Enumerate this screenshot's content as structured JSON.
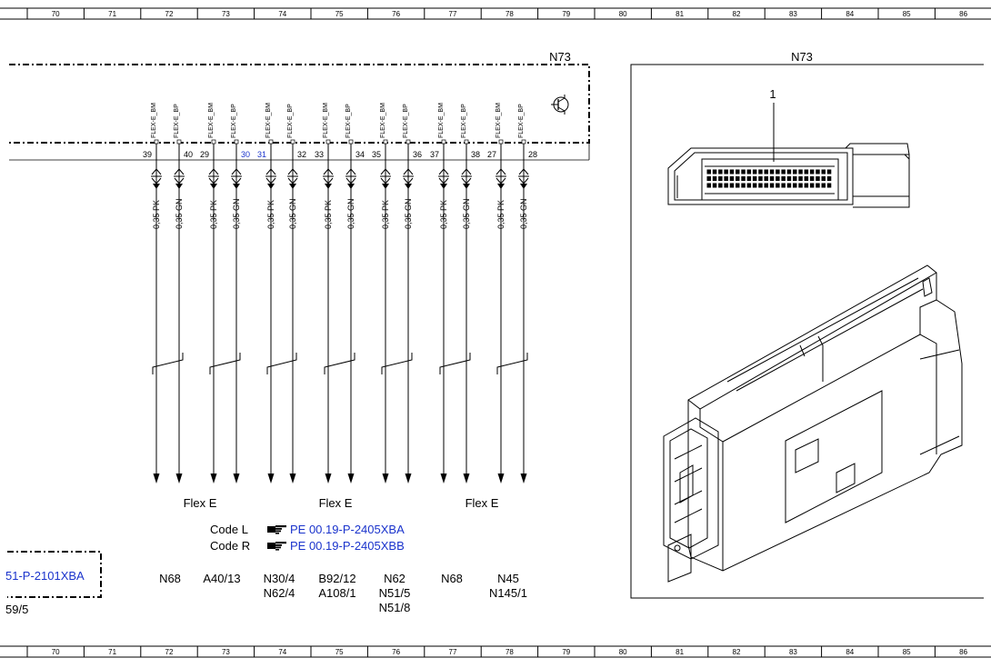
{
  "ruler": {
    "columns": [
      "70",
      "71",
      "72",
      "73",
      "74",
      "75",
      "76",
      "77",
      "78",
      "79",
      "80",
      "81",
      "82",
      "83",
      "84",
      "85",
      "86"
    ]
  },
  "module": {
    "label": "N73",
    "pins": [
      {
        "number": "39",
        "blue": false,
        "signal": "FLEX-E_BM",
        "wire": "0,35 PK"
      },
      {
        "number": "40",
        "blue": false,
        "signal": "FLEX-E_BP",
        "wire": "0,35 GN"
      },
      {
        "number": "29",
        "blue": false,
        "signal": "FLEX-E_BM",
        "wire": "0,35 PK"
      },
      {
        "number": "30",
        "blue": true,
        "signal": "FLEX-E_BP",
        "wire": "0,35 GN"
      },
      {
        "number": "31",
        "blue": true,
        "signal": "FLEX-E_BM",
        "wire": "0,35 PK"
      },
      {
        "number": "32",
        "blue": false,
        "signal": "FLEX-E_BP",
        "wire": "0,35 GN"
      },
      {
        "number": "33",
        "blue": false,
        "signal": "FLEX-E_BM",
        "wire": "0,35 PK"
      },
      {
        "number": "34",
        "blue": false,
        "signal": "FLEX-E_BP",
        "wire": "0,35 GN"
      },
      {
        "number": "35",
        "blue": false,
        "signal": "FLEX-E_BM",
        "wire": "0,35 PK"
      },
      {
        "number": "36",
        "blue": false,
        "signal": "FLEX-E_BP",
        "wire": "0,35 GN"
      },
      {
        "number": "37",
        "blue": false,
        "signal": "FLEX-E_BM",
        "wire": "0,35 PK"
      },
      {
        "number": "38",
        "blue": false,
        "signal": "FLEX-E_BP",
        "wire": "0,35 GN"
      },
      {
        "number": "27",
        "blue": false,
        "signal": "FLEX-E_BM",
        "wire": "0,35 PK"
      },
      {
        "number": "28",
        "blue": false,
        "signal": "FLEX-E_BP",
        "wire": "0,35 GN"
      }
    ]
  },
  "bus_labels": [
    "Flex E",
    "Flex E",
    "Flex E"
  ],
  "codes": [
    {
      "label": "Code L",
      "link": "PE 00.19-P-2405XBA"
    },
    {
      "label": "Code R",
      "link": "PE 00.19-P-2405XBB"
    }
  ],
  "left_ref": {
    "link": "51-P-2101XBA",
    "text": "59/5"
  },
  "destinations": [
    {
      "lines": [
        "N68"
      ]
    },
    {
      "lines": [
        "A40/13"
      ]
    },
    {
      "lines": [
        "N30/4",
        "N62/4"
      ]
    },
    {
      "lines": [
        "B92/12",
        "A108/1"
      ]
    },
    {
      "lines": [
        "N62",
        "N51/5",
        "N51/8"
      ]
    },
    {
      "lines": [
        "N68"
      ]
    },
    {
      "lines": [
        "N45",
        "N145/1"
      ]
    }
  ],
  "component_view": {
    "title": "N73",
    "callout": "1"
  }
}
